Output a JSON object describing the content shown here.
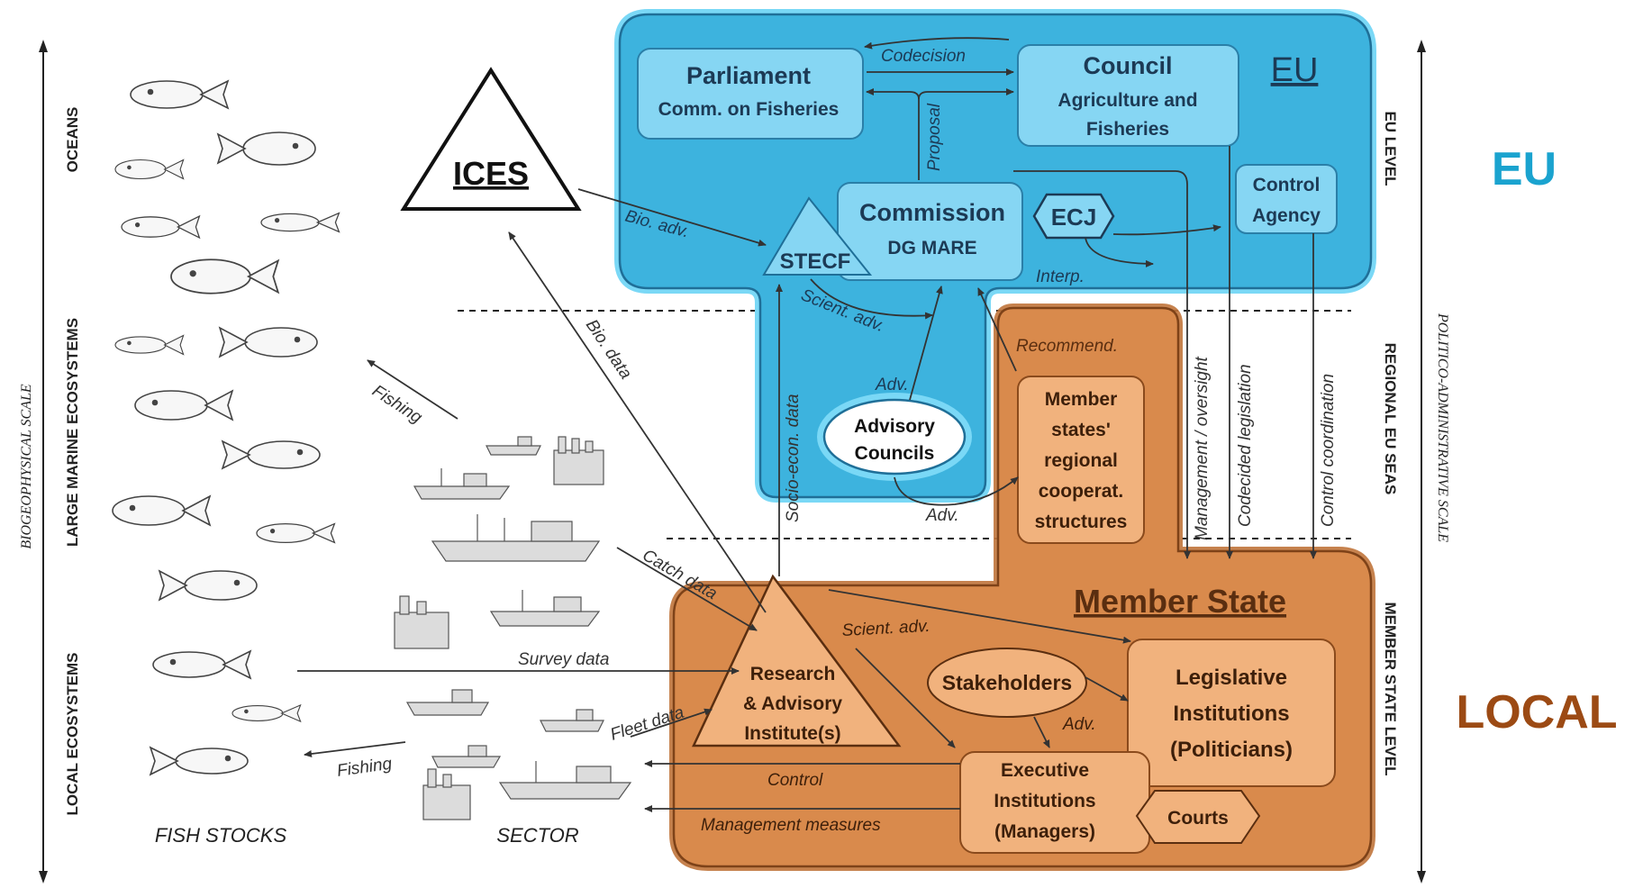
{
  "side_labels": {
    "left_axis": "BIOGEOPHYSICAL SCALE",
    "right_axis": "POLITICO-ADMINISTRATIVE SCALE",
    "oceans": "OCEANS",
    "large_marine": "LARGE MARINE ECOSYSTEMS",
    "local_eco": "LOCAL ECOSYSTEMS",
    "eu_level": "EU LEVEL",
    "regional_seas": "REGIONAL EU SEAS",
    "ms_level": "MEMBER STATE LEVEL",
    "eu_big": "EU",
    "local_big": "LOCAL",
    "fish_stocks": "FISH STOCKS",
    "sector": "SECTOR"
  },
  "eu_box": {
    "title": "EU",
    "parliament": "Parliament",
    "parliament_sub": "Comm. on Fisheries",
    "council": "Council",
    "council_sub1": "Agriculture and",
    "council_sub2": "Fisheries",
    "commission": "Commission",
    "commission_sub": "DG MARE",
    "ecj": "ECJ",
    "control_agency1": "Control",
    "control_agency2": "Agency",
    "stecf": "STECF",
    "advisory1": "Advisory",
    "advisory2": "Councils"
  },
  "ices": "ICES",
  "member_state": {
    "title": "Member State",
    "regional1": "Member",
    "regional2": "states'",
    "regional3": "regional",
    "regional4": "cooperat.",
    "regional5": "structures",
    "research1": "Research",
    "research2": "& Advisory",
    "research3": "Institute(s)",
    "stakeholders": "Stakeholders",
    "legislative1": "Legislative",
    "legislative2": "Institutions",
    "legislative3": "(Politicians)",
    "executive1": "Executive",
    "executive2": "Institutions",
    "executive3": "(Managers)",
    "courts": "Courts"
  },
  "flows": {
    "codecision": "Codecision",
    "proposal": "Proposal",
    "bio_adv": "Bio. adv.",
    "interp": "Interp.",
    "scient_adv_top": "Scient. adv.",
    "adv_ac": "Adv.",
    "adv_regional": "Adv.",
    "recommend": "Recommend.",
    "bio_data": "Bio. data",
    "socio_econ": "Socio-econ. data",
    "management": "Management / oversight",
    "codecided": "Codecided legislation",
    "control_coord": "Control coordination",
    "fishing_top": "Fishing",
    "catch_data": "Catch data",
    "survey_data": "Survey data",
    "fleet_data": "Fleet data",
    "fishing_bottom": "Fishing",
    "control": "Control",
    "management_measures": "Management measures",
    "scient_adv_ms": "Scient. adv.",
    "adv_ms": "Adv."
  },
  "colors": {
    "eu_fill": "#3cb0dd",
    "eu_stroke": "#1e6f9a",
    "eu_glow": "#6fd3f5",
    "eu_box_fill": "#86d6f3",
    "ms_fill": "#d88a4a",
    "ms_stroke": "#8a4a1c",
    "ms_box_fill": "#f1b27d",
    "eu_label": "#1aa3cf",
    "local_label": "#9c4a14"
  }
}
